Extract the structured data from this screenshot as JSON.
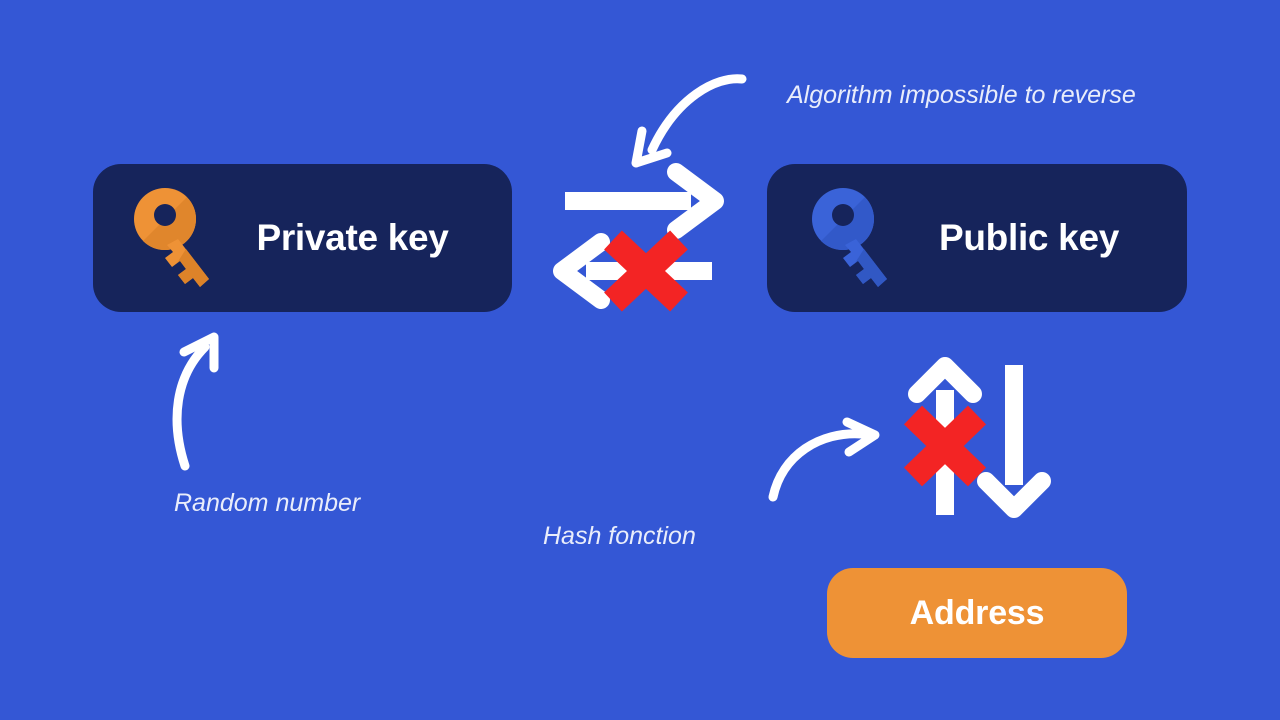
{
  "diagram": {
    "title": "Private key to public key to address derivation",
    "background_color": "#3457d5",
    "nodes": {
      "private_key": {
        "label": "Private key",
        "box_color": "#16245b",
        "icon": "key-icon",
        "icon_color": "#ee9236"
      },
      "public_key": {
        "label": "Public key",
        "box_color": "#16245b",
        "icon": "key-icon",
        "icon_color": "#3a63d8"
      },
      "address": {
        "label": "Address",
        "box_color": "#ee9236",
        "text_color": "#ffffff"
      }
    },
    "captions": {
      "algorithm": "Algorithm impossible to reverse",
      "random": "Random number",
      "hash": "Hash fonction"
    },
    "connectors": {
      "private_to_public": {
        "direction": "right",
        "icon": "arrow-right-icon",
        "color": "#ffffff",
        "blocked": false
      },
      "public_to_private": {
        "direction": "left",
        "icon": "arrow-left-icon",
        "color": "#ffffff",
        "blocked": true,
        "block_marker": "red-cross-icon",
        "block_color": "#f32424"
      },
      "address_to_public": {
        "direction": "up",
        "icon": "arrow-up-icon",
        "color": "#ffffff",
        "blocked": true,
        "block_marker": "red-cross-icon",
        "block_color": "#f32424"
      },
      "public_to_address": {
        "direction": "down",
        "icon": "arrow-down-icon",
        "color": "#ffffff",
        "blocked": false
      },
      "random_pointer": {
        "icon": "curved-arrow-up-icon",
        "color": "#ffffff"
      },
      "algorithm_pointer": {
        "icon": "curved-arrow-down-left-icon",
        "color": "#ffffff"
      },
      "hash_pointer": {
        "icon": "curved-arrow-up-right-icon",
        "color": "#ffffff"
      }
    }
  }
}
